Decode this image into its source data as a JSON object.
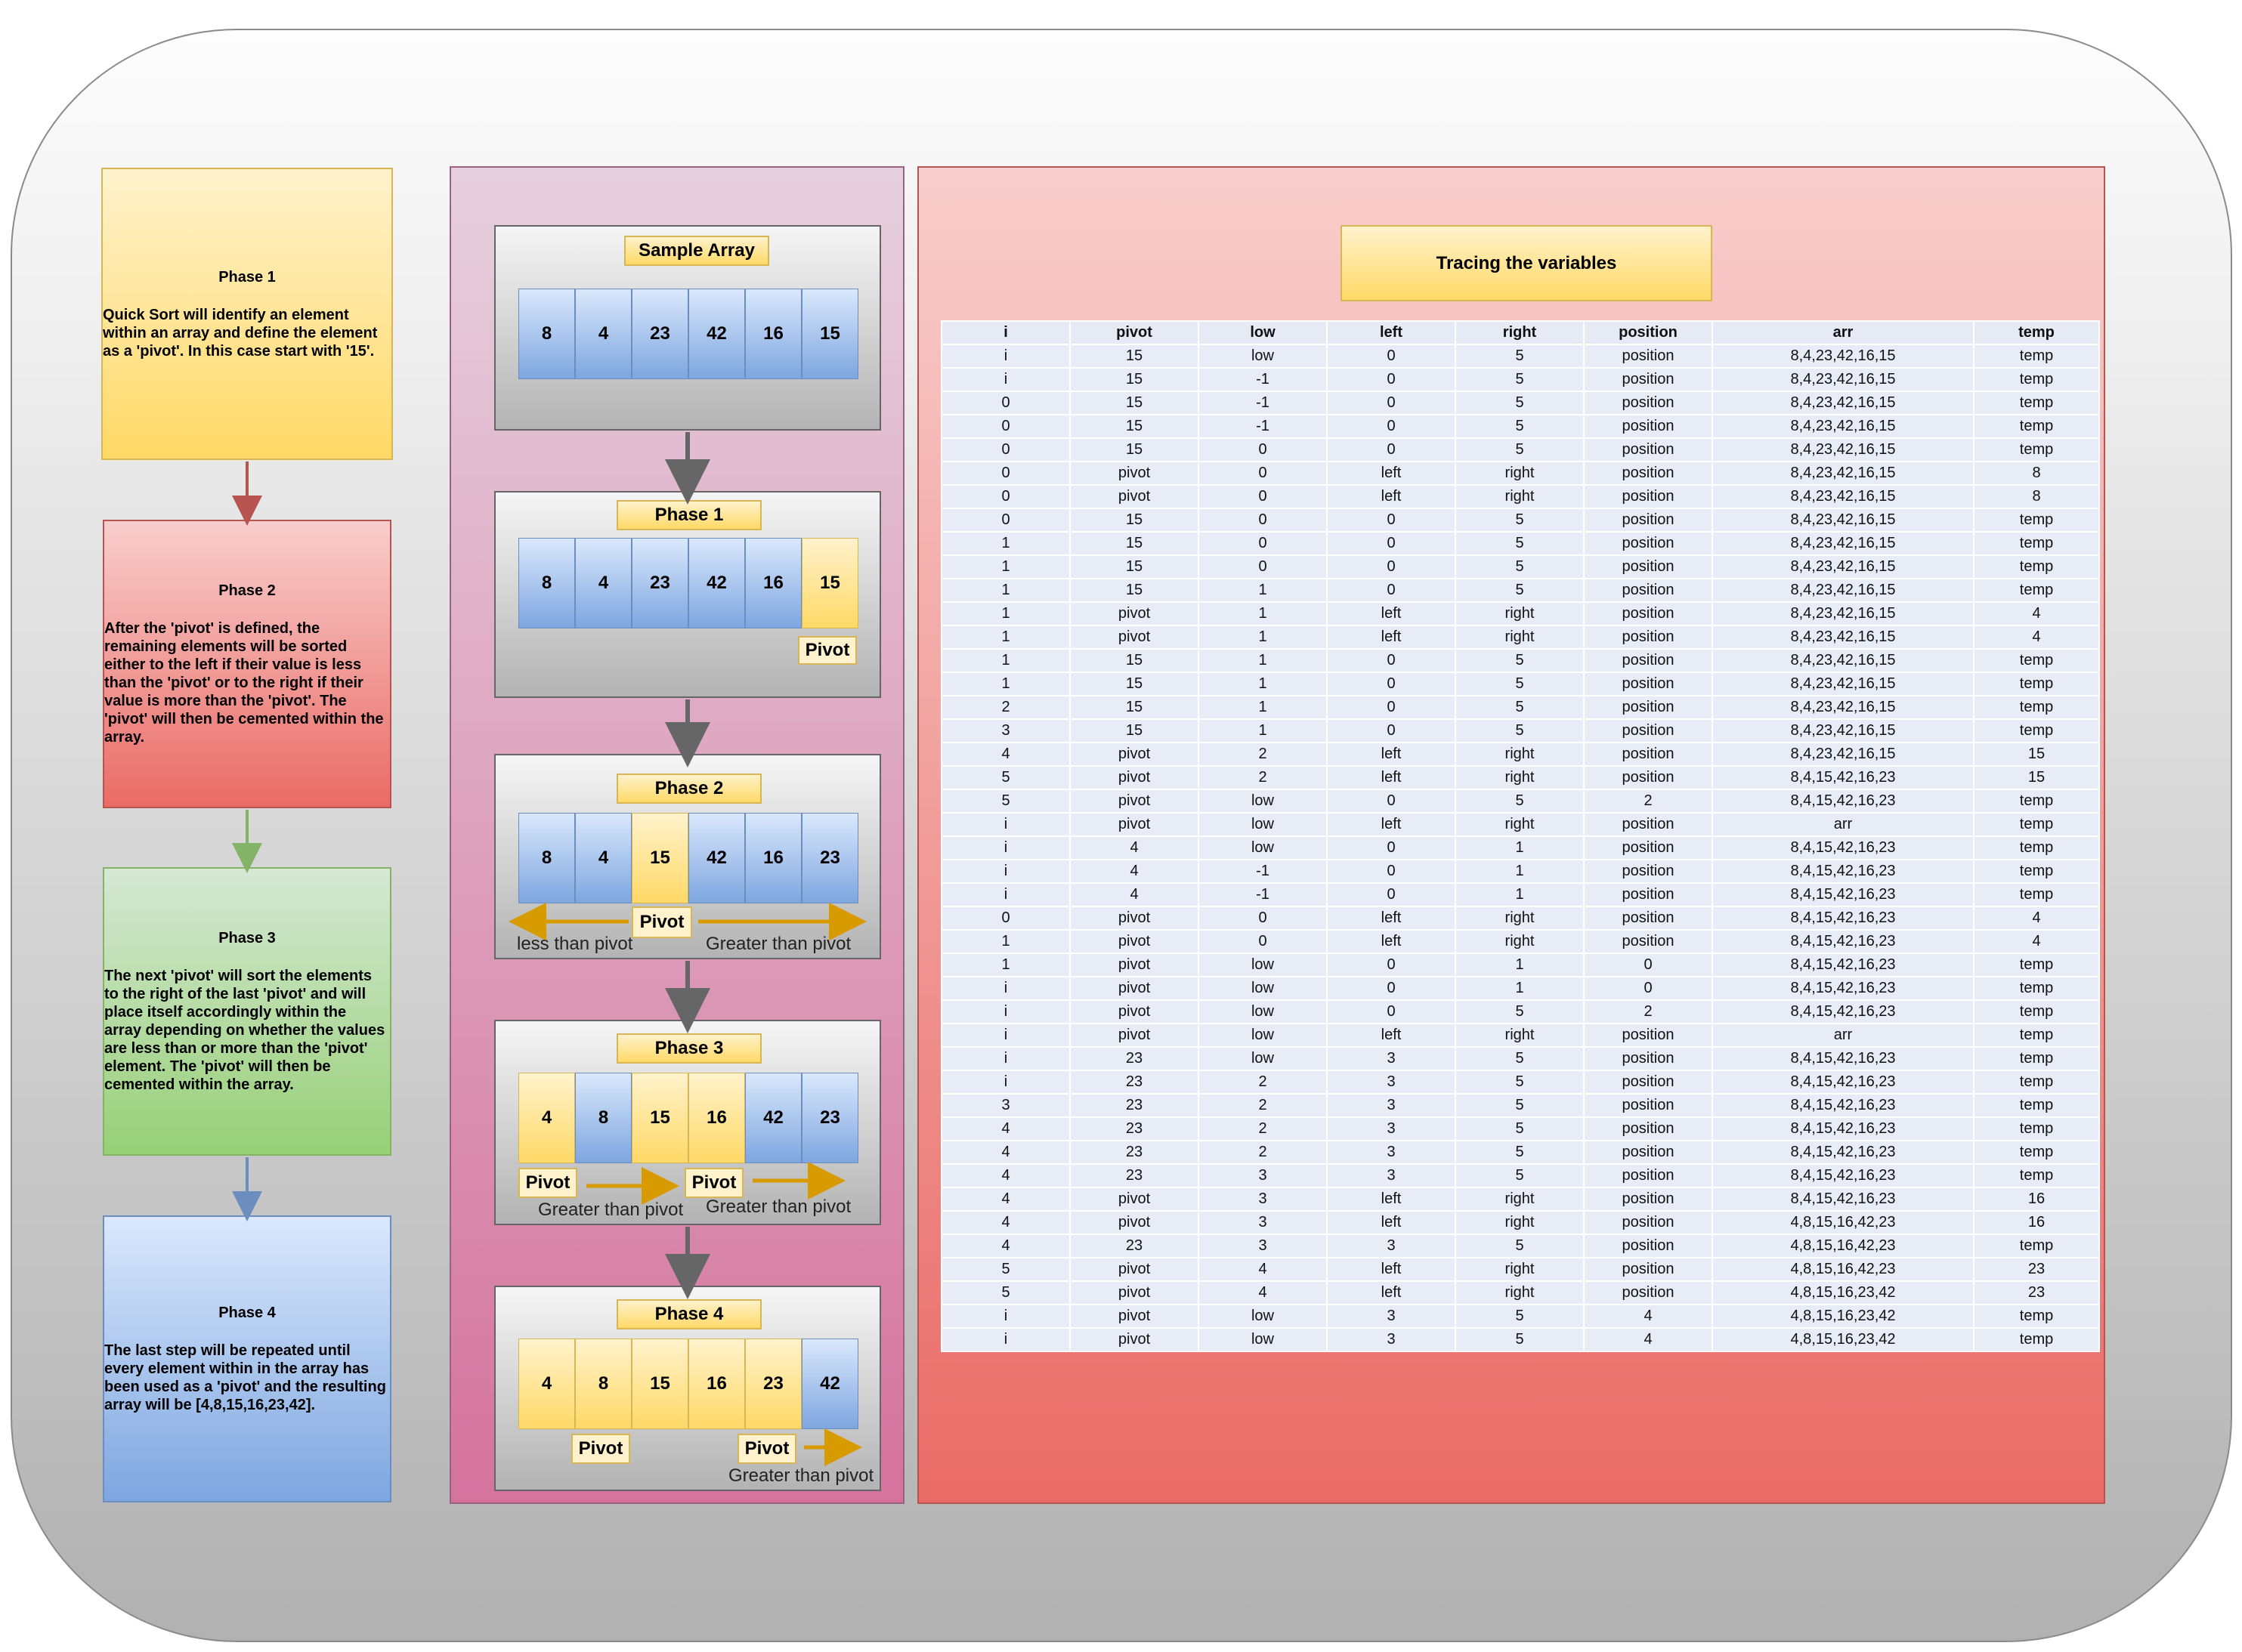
{
  "phases": [
    {
      "title": "Phase 1",
      "description": "Quick Sort will identify an element within an array and define the element as a 'pivot'. In this case start with '15'."
    },
    {
      "title": "Phase 2",
      "description": "After the 'pivot' is defined, the remaining elements will be sorted either to the left if their value is less than the 'pivot' or to the right if their value is more than the 'pivot'. The 'pivot' will then be cemented within the array."
    },
    {
      "title": "Phase 3",
      "description": "The next 'pivot' will sort the elements to the right of the last 'pivot' and will place itself accordingly within the array depending on whether the values are less than or more than the 'pivot' element. The 'pivot' will then be cemented within the array."
    },
    {
      "title": "Phase 4",
      "description": "The last step will be repeated until every element within in the array has been used as a 'pivot' and the resulting array will be [4,8,15,16,23,42]."
    }
  ],
  "stages": [
    {
      "title": "Sample Array",
      "values": [
        "8",
        "4",
        "23",
        "42",
        "16",
        "15"
      ],
      "highlight": []
    },
    {
      "title": "Phase 1",
      "values": [
        "8",
        "4",
        "23",
        "42",
        "16",
        "15"
      ],
      "highlight": [
        5
      ],
      "pivot_label": "Pivot"
    },
    {
      "title": "Phase 2",
      "values": [
        "8",
        "4",
        "15",
        "42",
        "16",
        "23"
      ],
      "highlight": [
        2
      ],
      "pivot_label": "Pivot",
      "left_caption": "less than pivot",
      "right_caption": "Greater than pivot"
    },
    {
      "title": "Phase 3",
      "values": [
        "4",
        "8",
        "15",
        "16",
        "42",
        "23"
      ],
      "highlight": [
        0,
        2,
        3
      ],
      "pivot_label_1": "Pivot",
      "pivot_label_2": "Pivot",
      "caption_1": "Greater than pivot",
      "caption_2": "Greater than pivot"
    },
    {
      "title": "Phase 4",
      "values": [
        "4",
        "8",
        "15",
        "16",
        "23",
        "42"
      ],
      "highlight": [
        0,
        1,
        2,
        3,
        4
      ],
      "pivot_label_1": "Pivot",
      "pivot_label_2": "Pivot",
      "caption": "Greater than pivot"
    }
  ],
  "colors": {
    "phase1_border": "#d6b656",
    "phase2_border": "#b85450",
    "phase3_border": "#82b366",
    "phase4_border": "#6c8ebf",
    "arrow_gray": "#666666",
    "arrow_orange": "#d79b00",
    "arrow_red": "#b85450",
    "arrow_green": "#82b366",
    "arrow_blue": "#6c8ebf"
  },
  "trace": {
    "title": "Tracing the variables",
    "columns": [
      "i",
      "pivot",
      "low",
      "left",
      "right",
      "position",
      "arr",
      "temp"
    ],
    "rows": [
      [
        "i",
        "15",
        "low",
        "0",
        "5",
        "position",
        "8,4,23,42,16,15",
        "temp"
      ],
      [
        "i",
        "15",
        "-1",
        "0",
        "5",
        "position",
        "8,4,23,42,16,15",
        "temp"
      ],
      [
        "0",
        "15",
        "-1",
        "0",
        "5",
        "position",
        "8,4,23,42,16,15",
        "temp"
      ],
      [
        "0",
        "15",
        "-1",
        "0",
        "5",
        "position",
        "8,4,23,42,16,15",
        "temp"
      ],
      [
        "0",
        "15",
        "0",
        "0",
        "5",
        "position",
        "8,4,23,42,16,15",
        "temp"
      ],
      [
        "0",
        "pivot",
        "0",
        "left",
        "right",
        "position",
        "8,4,23,42,16,15",
        "8"
      ],
      [
        "0",
        "pivot",
        "0",
        "left",
        "right",
        "position",
        "8,4,23,42,16,15",
        "8"
      ],
      [
        "0",
        "15",
        "0",
        "0",
        "5",
        "position",
        "8,4,23,42,16,15",
        "temp"
      ],
      [
        "1",
        "15",
        "0",
        "0",
        "5",
        "position",
        "8,4,23,42,16,15",
        "temp"
      ],
      [
        "1",
        "15",
        "0",
        "0",
        "5",
        "position",
        "8,4,23,42,16,15",
        "temp"
      ],
      [
        "1",
        "15",
        "1",
        "0",
        "5",
        "position",
        "8,4,23,42,16,15",
        "temp"
      ],
      [
        "1",
        "pivot",
        "1",
        "left",
        "right",
        "position",
        "8,4,23,42,16,15",
        "4"
      ],
      [
        "1",
        "pivot",
        "1",
        "left",
        "right",
        "position",
        "8,4,23,42,16,15",
        "4"
      ],
      [
        "1",
        "15",
        "1",
        "0",
        "5",
        "position",
        "8,4,23,42,16,15",
        "temp"
      ],
      [
        "1",
        "15",
        "1",
        "0",
        "5",
        "position",
        "8,4,23,42,16,15",
        "temp"
      ],
      [
        "2",
        "15",
        "1",
        "0",
        "5",
        "position",
        "8,4,23,42,16,15",
        "temp"
      ],
      [
        "3",
        "15",
        "1",
        "0",
        "5",
        "position",
        "8,4,23,42,16,15",
        "temp"
      ],
      [
        "4",
        "pivot",
        "2",
        "left",
        "right",
        "position",
        "8,4,23,42,16,15",
        "15"
      ],
      [
        "5",
        "pivot",
        "2",
        "left",
        "right",
        "position",
        "8,4,15,42,16,23",
        "15"
      ],
      [
        "5",
        "pivot",
        "low",
        "0",
        "5",
        "2",
        "8,4,15,42,16,23",
        "temp"
      ],
      [
        "i",
        "pivot",
        "low",
        "left",
        "right",
        "position",
        "arr",
        "temp"
      ],
      [
        "i",
        "4",
        "low",
        "0",
        "1",
        "position",
        "8,4,15,42,16,23",
        "temp"
      ],
      [
        "i",
        "4",
        "-1",
        "0",
        "1",
        "position",
        "8,4,15,42,16,23",
        "temp"
      ],
      [
        "i",
        "4",
        "-1",
        "0",
        "1",
        "position",
        "8,4,15,42,16,23",
        "temp"
      ],
      [
        "0",
        "pivot",
        "0",
        "left",
        "right",
        "position",
        "8,4,15,42,16,23",
        "4"
      ],
      [
        "1",
        "pivot",
        "0",
        "left",
        "right",
        "position",
        "8,4,15,42,16,23",
        "4"
      ],
      [
        "1",
        "pivot",
        "low",
        "0",
        "1",
        "0",
        "8,4,15,42,16,23",
        "temp"
      ],
      [
        "i",
        "pivot",
        "low",
        "0",
        "1",
        "0",
        "8,4,15,42,16,23",
        "temp"
      ],
      [
        "i",
        "pivot",
        "low",
        "0",
        "5",
        "2",
        "8,4,15,42,16,23",
        "temp"
      ],
      [
        "i",
        "pivot",
        "low",
        "left",
        "right",
        "position",
        "arr",
        "temp"
      ],
      [
        "i",
        "23",
        "low",
        "3",
        "5",
        "position",
        "8,4,15,42,16,23",
        "temp"
      ],
      [
        "i",
        "23",
        "2",
        "3",
        "5",
        "position",
        "8,4,15,42,16,23",
        "temp"
      ],
      [
        "3",
        "23",
        "2",
        "3",
        "5",
        "position",
        "8,4,15,42,16,23",
        "temp"
      ],
      [
        "4",
        "23",
        "2",
        "3",
        "5",
        "position",
        "8,4,15,42,16,23",
        "temp"
      ],
      [
        "4",
        "23",
        "2",
        "3",
        "5",
        "position",
        "8,4,15,42,16,23",
        "temp"
      ],
      [
        "4",
        "23",
        "3",
        "3",
        "5",
        "position",
        "8,4,15,42,16,23",
        "temp"
      ],
      [
        "4",
        "pivot",
        "3",
        "left",
        "right",
        "position",
        "8,4,15,42,16,23",
        "16"
      ],
      [
        "4",
        "pivot",
        "3",
        "left",
        "right",
        "position",
        "4,8,15,16,42,23",
        "16"
      ],
      [
        "4",
        "23",
        "3",
        "3",
        "5",
        "position",
        "4,8,15,16,42,23",
        "temp"
      ],
      [
        "5",
        "pivot",
        "4",
        "left",
        "right",
        "position",
        "4,8,15,16,42,23",
        "23"
      ],
      [
        "5",
        "pivot",
        "4",
        "left",
        "right",
        "position",
        "4,8,15,16,23,42",
        "23"
      ],
      [
        "i",
        "pivot",
        "low",
        "3",
        "5",
        "4",
        "4,8,15,16,23,42",
        "temp"
      ],
      [
        "i",
        "pivot",
        "low",
        "3",
        "5",
        "4",
        "4,8,15,16,23,42",
        "temp"
      ]
    ]
  }
}
